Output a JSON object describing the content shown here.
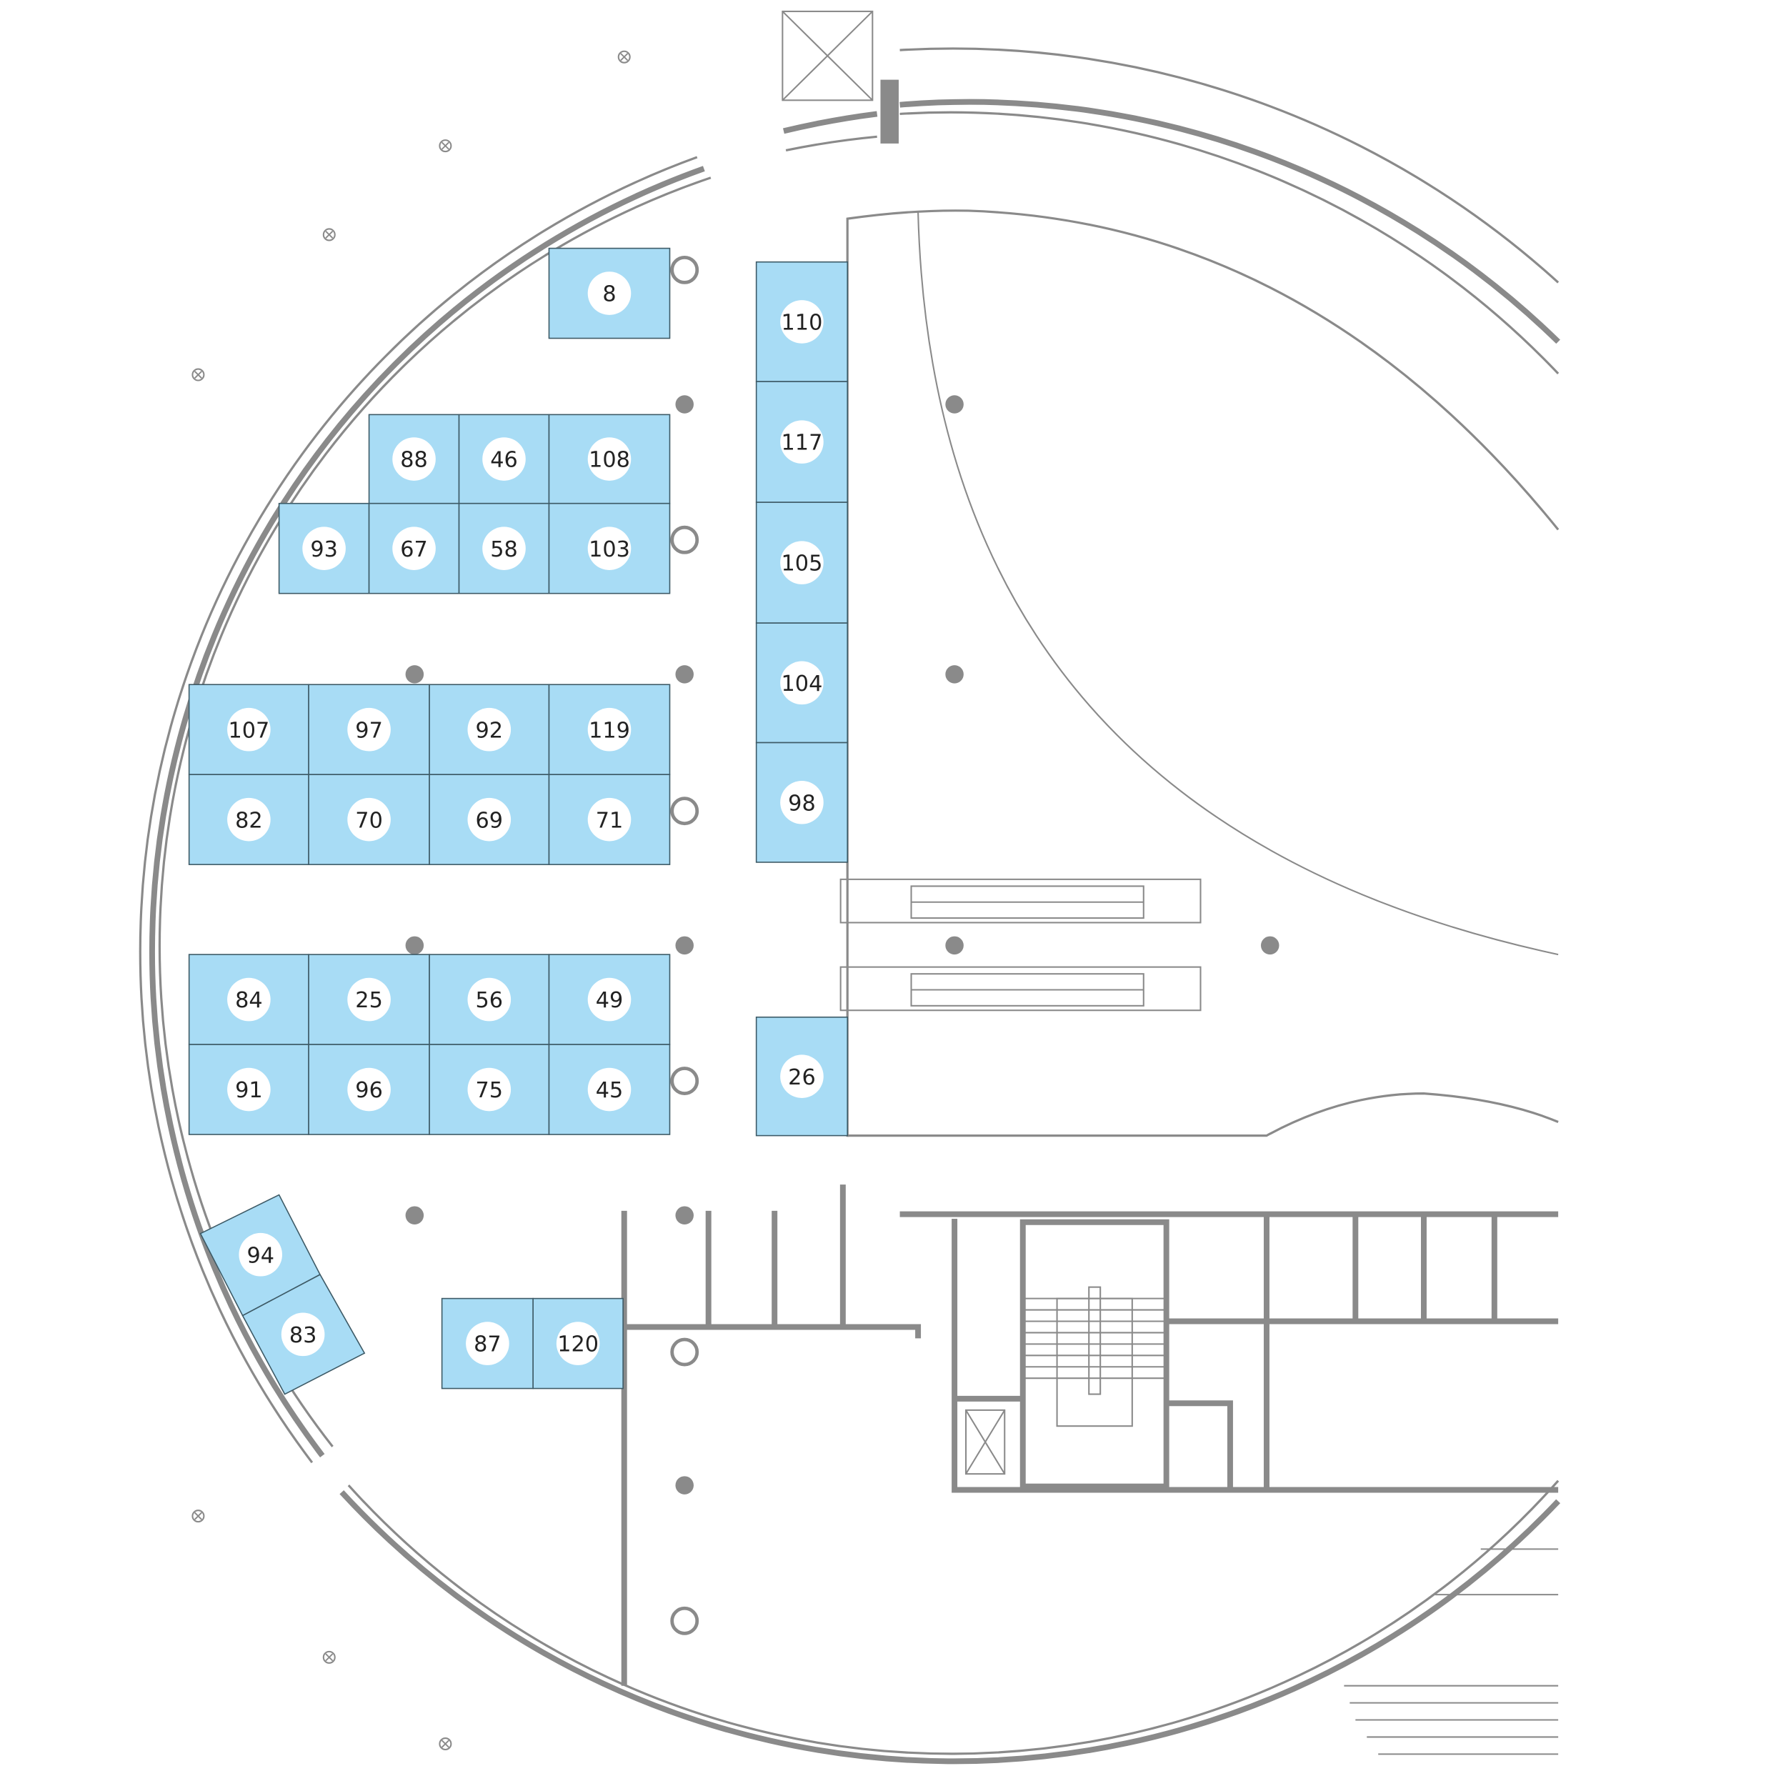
{
  "title": "Exhibition floor plan",
  "colors": {
    "booth": "#a8dcf5",
    "booth_border": "#3d5a66",
    "wall": "#8a8a8a"
  },
  "booths": [
    "8",
    "88",
    "46",
    "108",
    "93",
    "67",
    "58",
    "103",
    "107",
    "97",
    "92",
    "119",
    "82",
    "70",
    "69",
    "71",
    "84",
    "25",
    "56",
    "49",
    "91",
    "96",
    "75",
    "45",
    "110",
    "117",
    "105",
    "104",
    "98",
    "26",
    "94",
    "83",
    "87",
    "120"
  ]
}
